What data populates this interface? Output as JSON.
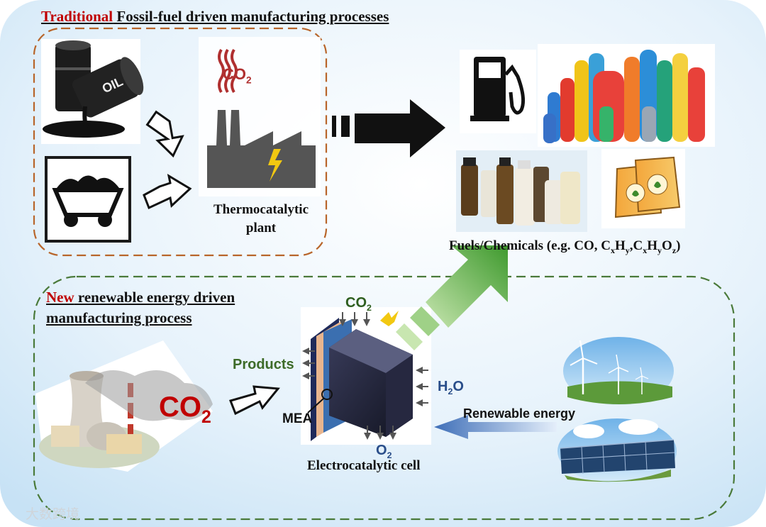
{
  "traditional": {
    "highlight": "Traditional",
    "title_rest": " Fossil-fuel driven manufacturing processes ",
    "plant_label": "Thermocatalytic plant",
    "co2_text": "CO",
    "co2_sub": "2"
  },
  "new_process": {
    "highlight": "New",
    "title_line1_rest": " renewable energy driven",
    "title_line2": "manufacturing process",
    "co2_text": "CO",
    "co2_sub": "2"
  },
  "fuels": {
    "label_prefix": "Fuels/Chemicals (e.g. CO, C",
    "sub_x1": "x",
    "h1": "H",
    "sub_y1": "y",
    "comma": ",C",
    "sub_x2": "x",
    "h2": "H",
    "sub_y2": "y",
    "o": "O",
    "sub_z": "z",
    "close": ")"
  },
  "cell": {
    "co2_text": "CO",
    "co2_sub": "2",
    "products": "Products",
    "h2o_h": "H",
    "h2o_sub": "2",
    "h2o_o": "O",
    "o2_text": "O",
    "o2_sub": "2",
    "mea": "MEA",
    "label": "Electrocatalytic cell"
  },
  "renewable": {
    "label": "Renewable energy"
  },
  "watermark": "大数跨境",
  "icons": [
    "oil-barrel-icon",
    "coal-cart-icon",
    "factory-icon",
    "fuel-pump-icon",
    "gas-cylinders-icon",
    "chemical-bottles-icon",
    "fertilizer-bags-icon",
    "power-plant-icon",
    "electrolyzer-cell-icon",
    "wind-turbine-icon",
    "solar-panel-icon"
  ],
  "colors": {
    "traditional_border": "#b8652a",
    "new_border": "#4a7a3a",
    "highlight_red": "#c00000",
    "green_arrow": "#4ca83a",
    "blue_arrow": "#3f6fb8"
  }
}
